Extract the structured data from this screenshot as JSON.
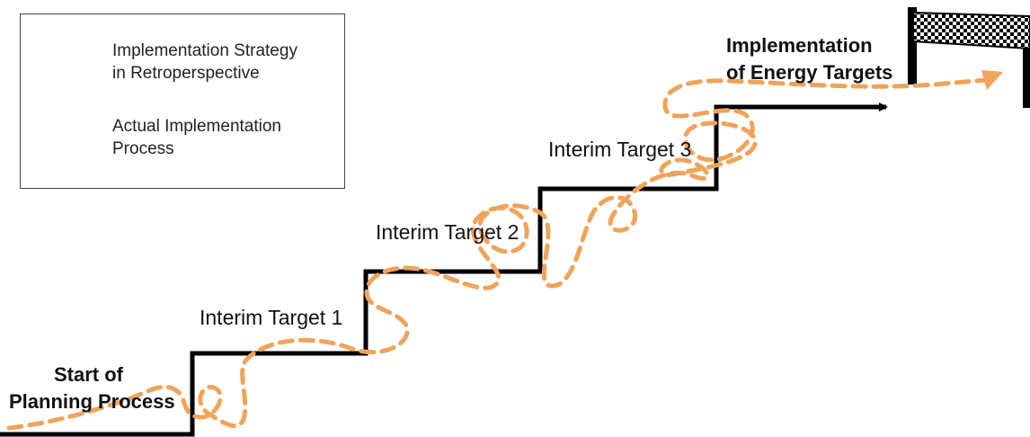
{
  "legend": {
    "strategy": {
      "line1": "Implementation Strategy",
      "line2": "in Retroperspective"
    },
    "actual": {
      "line1": "Actual Implementation",
      "line2": "Process"
    }
  },
  "labels": {
    "start": {
      "line1": "Start of",
      "line2": "Planning Process"
    },
    "interim1": "Interim Target 1",
    "interim2": "Interim Target 2",
    "interim3": "Interim Target 3",
    "finish": {
      "line1": "Implementation",
      "line2": "of Energy Targets"
    }
  },
  "colors": {
    "strategy_line": "#000000",
    "actual_path": "#f0a35a",
    "text": "#111111"
  },
  "icons": [
    "arrow-right-icon",
    "wavy-dashed-arrow-icon",
    "checkered-finish-flag-icon"
  ]
}
